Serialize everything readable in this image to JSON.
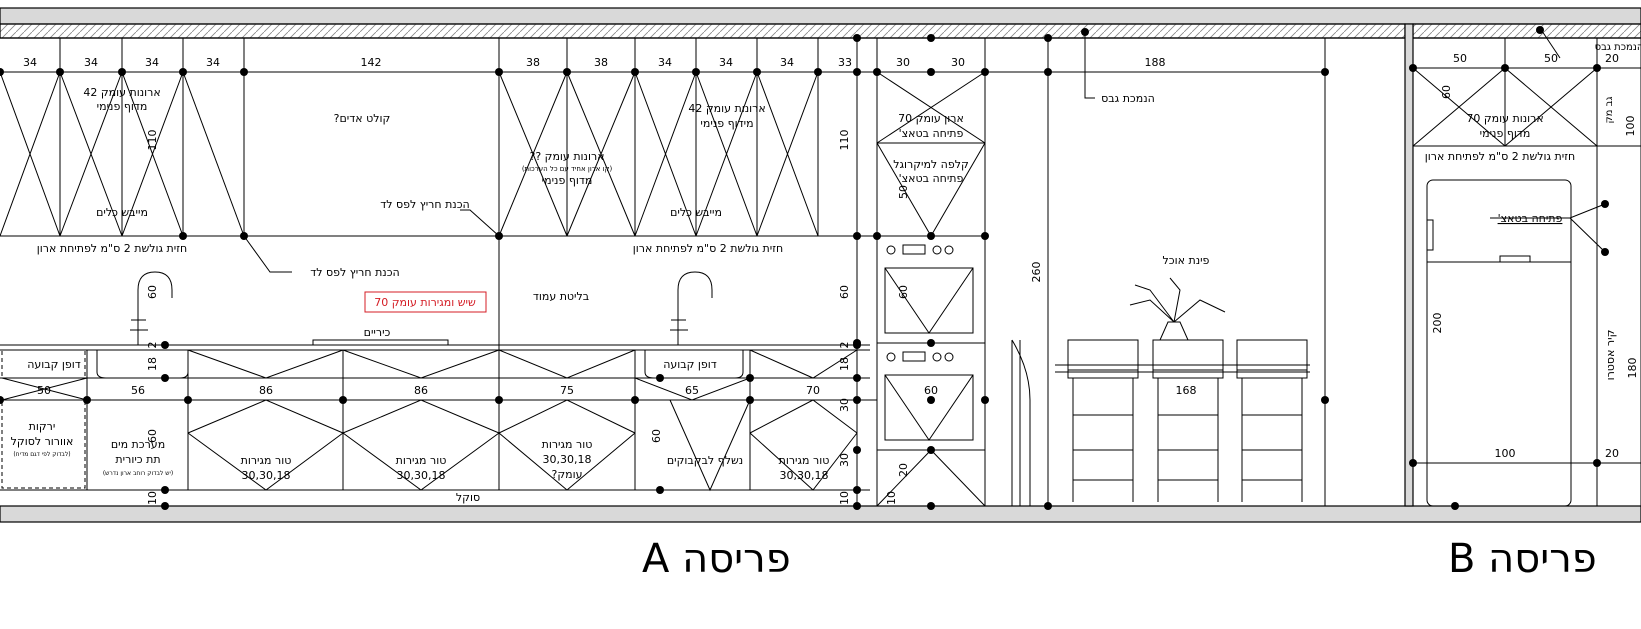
{
  "titles": {
    "a": "פריסה A",
    "b": "פריסה B"
  },
  "colors": {
    "line": "#000000",
    "accent_red": "#d41c24",
    "wall_fill": "#d9d9d9"
  },
  "elevation_a": {
    "upper_dims": [
      "34",
      "34",
      "34",
      "34",
      "142",
      "38",
      "38",
      "34",
      "34",
      "34",
      "33",
      "30",
      "30",
      "188"
    ],
    "upper_height_dims": [
      "110",
      "110"
    ],
    "upper_labels": {
      "cab42_left": [
        "ארונות עומק 42",
        "מדוף פנימי"
      ],
      "dish_left": "מייבש כלים",
      "front_left": "חזית גולשת 2 ס\"מ לפתיחת ארון",
      "hood": "קולט אדים?",
      "led_mid": "הכנת חריץ לפס לד",
      "led_left": "הכנת חריץ לפס לד",
      "cab_mid": [
        "ארונות עומק ??",
        "(קו ארון אחיד עם כל הערכות)",
        "מדוף פנימי"
      ],
      "cab42_right": [
        "ארונות עומק 42",
        "מידוף פנימי"
      ],
      "dish_right": "מייבש כלים",
      "front_right": "חזית גולשת 2 ס\"מ לפתיחת ארון",
      "tall_cab": [
        "ארון עומק 70",
        "פתיחה בטאצ'"
      ],
      "microwave": [
        "קלפה למיקרוגל",
        "פתיחה בטאצ'"
      ]
    },
    "mid_labels": {
      "countertop": "שיש ומגירות עומק 70",
      "column": "בליטת עמוד",
      "hob": "כיריים",
      "gypsum": "הנמכת גבס",
      "dining": "פינת אוכל",
      "tall_height": "260"
    },
    "splash_dims": [
      "60",
      "60",
      "60",
      "50"
    ],
    "small_dims": [
      "2",
      "2",
      "18",
      "18"
    ],
    "lower_dims": [
      "50",
      "56",
      "86",
      "86",
      "75",
      "65",
      "70",
      "60",
      "168"
    ],
    "lower_height_dims": [
      "60",
      "60",
      "30",
      "30",
      "20",
      "10",
      "10",
      "10"
    ],
    "lower_labels": {
      "kick_left": "דופן קבועה",
      "kick_right": "דופן קבועה",
      "veg": [
        "ירקות",
        "אוורור לסוקל"
      ],
      "veg_note": "(לבדוק לפי דגם מדיח)",
      "water": [
        "מערכת מים",
        "תת כיורית"
      ],
      "water_note": "(יש לבדוק רוחב ארון נדרש)",
      "drawers_1": [
        "טור מגירות",
        "30,30,18"
      ],
      "drawers_2": [
        "טור מגירות",
        "30,30,18"
      ],
      "drawers_3": [
        "טור מגירות",
        "30,30,18",
        "עומק?"
      ],
      "bottle": "נשלף לבקבוקים",
      "drawers_4": [
        "טור מגירות",
        "30,30,18"
      ],
      "plinth": "סוקל"
    }
  },
  "elevation_b": {
    "dims": [
      "50",
      "50",
      "20",
      "60",
      "100",
      "200",
      "100",
      "20",
      "180"
    ],
    "labels": {
      "gypsum": "הנמכת גבס",
      "cab70": [
        "ארונות עומק 70",
        "מדוף פנימי"
      ],
      "front": "חזית גולשת 2 ס\"מ לפתיחת ארון",
      "touch": "פתיחה בטאצ'",
      "fridge_side": "גב מק",
      "wall_note": "קיר אסטרו"
    }
  }
}
